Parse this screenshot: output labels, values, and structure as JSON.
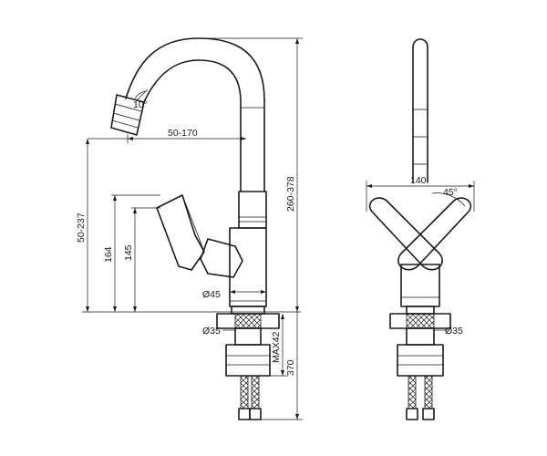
{
  "labels": {
    "spout_reach": "50-170",
    "spout_angle": "10°",
    "total_height": "260-378",
    "outlet_height": "50-237",
    "lever_height_upper": "164",
    "lever_height_lower": "145",
    "body_diameter": "Ø45",
    "mount_diameter_side": "Ø35",
    "mount_thickness": "MAX42",
    "hose_length": "370",
    "lever_span": "140",
    "lever_angle": "45°",
    "mount_diameter_front": "Ø35"
  }
}
